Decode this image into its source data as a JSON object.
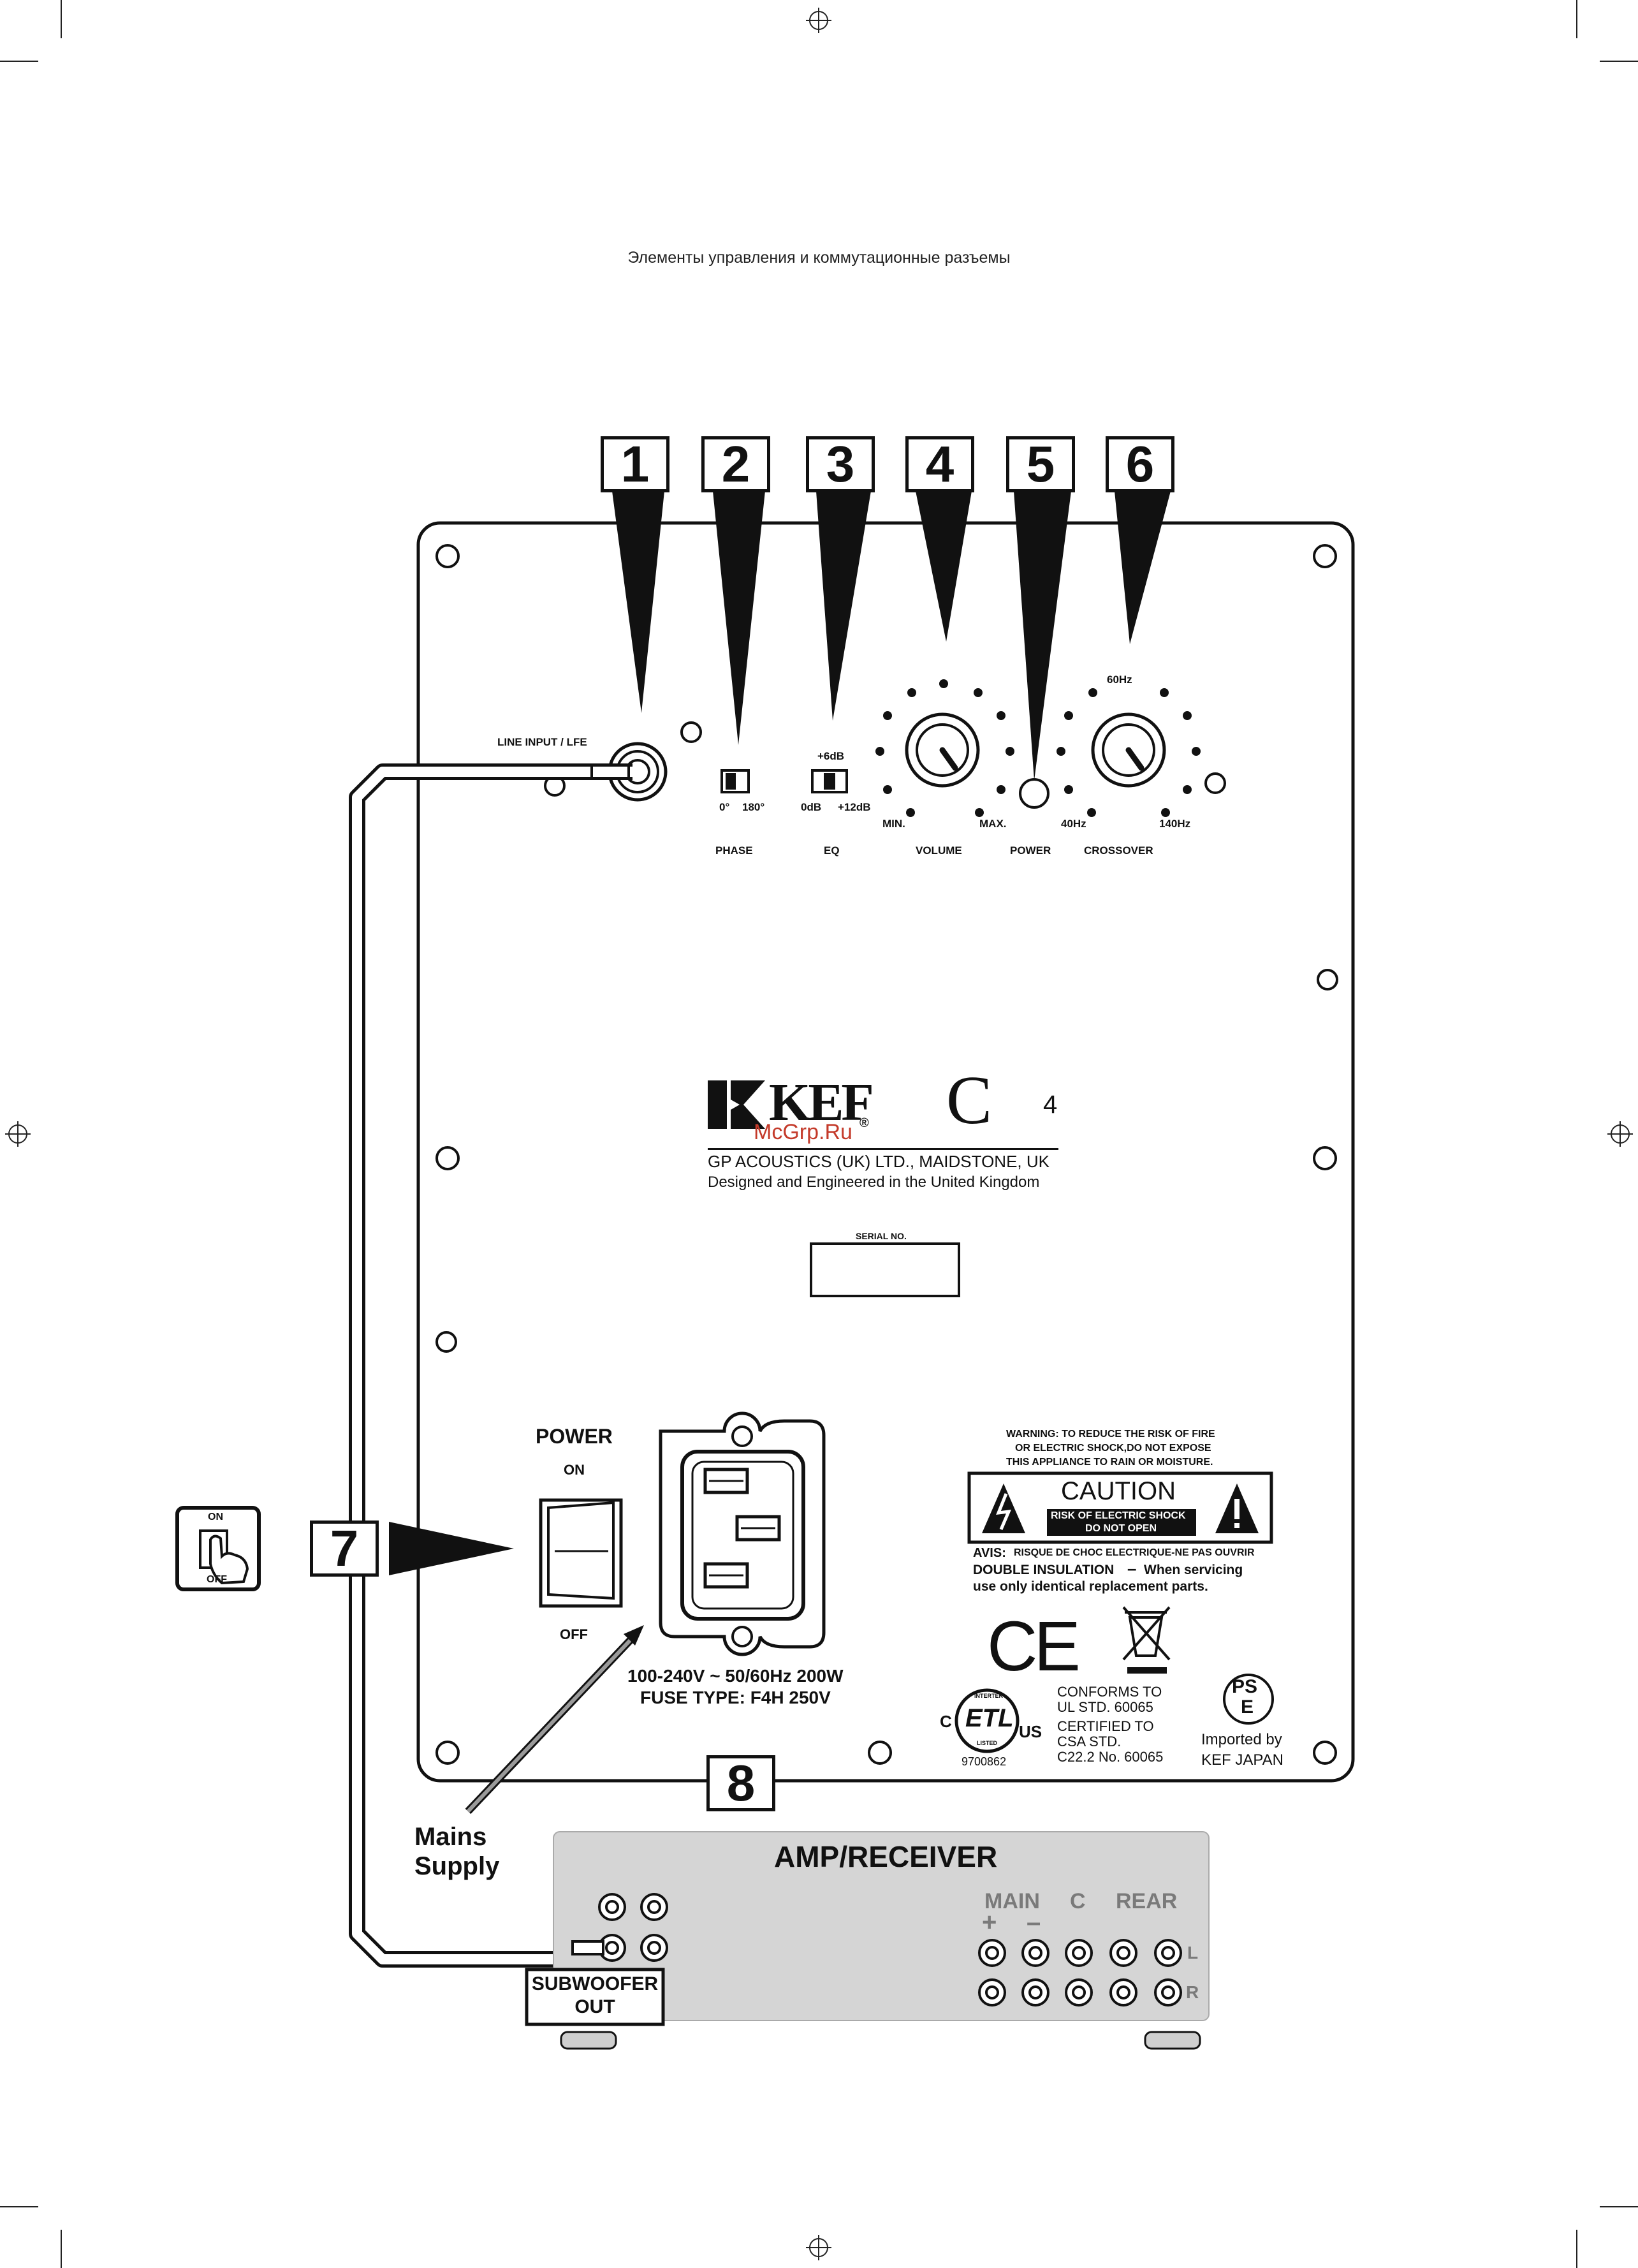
{
  "page": {
    "heading": "Элементы управления и коммутационные разъемы"
  },
  "callouts": [
    "1",
    "2",
    "3",
    "4",
    "5",
    "6",
    "7",
    "8"
  ],
  "panel": {
    "line_input": "LINE INPUT / LFE",
    "phase": {
      "label": "PHASE",
      "left": "0°",
      "right": "180°"
    },
    "eq": {
      "label": "EQ",
      "top": "+6dB",
      "left": "0dB",
      "right": "+12dB"
    },
    "volume": {
      "label": "VOLUME",
      "min": "MIN.",
      "max": "MAX."
    },
    "power_led": "POWER",
    "crossover": {
      "label": "CROSSOVER",
      "top": "60Hz",
      "left": "40Hz",
      "right": "140Hz"
    },
    "brand": {
      "name": "KEF",
      "reg": "®",
      "model_letter": "C",
      "model_number": "4",
      "watermark": "McGrp.Ru",
      "company": "GP ACOUSTICS (UK) LTD., MAIDSTONE, UK",
      "tagline": "Designed and Engineered in the United Kingdom"
    },
    "serial_label": "SERIAL NO.",
    "power_switch": {
      "title": "POWER",
      "on": "ON",
      "off": "OFF"
    },
    "mains_rating": "100-240V ~ 50/60Hz 200W",
    "fuse": "FUSE TYPE: F4H 250V",
    "warning": [
      "WARNING: TO REDUCE THE RISK OF FIRE",
      "OR ELECTRIC SHOCK,DO NOT EXPOSE",
      "THIS APPLIANCE TO RAIN OR MOISTURE."
    ],
    "caution": {
      "title": "CAUTION",
      "line1": "RISK OF ELECTRIC SHOCK",
      "line2": "DO NOT OPEN"
    },
    "avis_label": "AVIS:",
    "avis": "RISQUE DE CHOC ELECTRIQUE-NE PAS OUVRIR",
    "double_insulation": "DOUBLE INSULATION",
    "dash": "–",
    "servicing": "When servicing",
    "replacement": "use only identical replacement parts.",
    "ce_mark": "CE",
    "etl": {
      "top": "INTERTEK",
      "c": "C",
      "etl": "ETL",
      "us": "US",
      "listed": "LISTED",
      "number": "9700862"
    },
    "conformity": [
      "CONFORMS TO",
      "UL STD. 60065",
      "CERTIFIED TO",
      "CSA STD.",
      "C22.2 No. 60065"
    ],
    "pse": {
      "top": "PS",
      "bottom": "E"
    },
    "importer": [
      "Imported by",
      "KEF JAPAN"
    ]
  },
  "switch_icon": {
    "on": "ON",
    "off": "OFF"
  },
  "mains_supply": [
    "Mains",
    "Supply"
  ],
  "amp": {
    "title": "AMP/RECEIVER",
    "groups": [
      "MAIN",
      "C",
      "REAR"
    ],
    "plus": "+",
    "minus": "–",
    "channels": [
      "L",
      "R"
    ],
    "sub_out": [
      "SUBWOOFER",
      "OUT"
    ]
  },
  "colors": {
    "amp_fill": "#d5d5d5",
    "amp_text": "#7a7a7a",
    "ink": "#111111"
  }
}
